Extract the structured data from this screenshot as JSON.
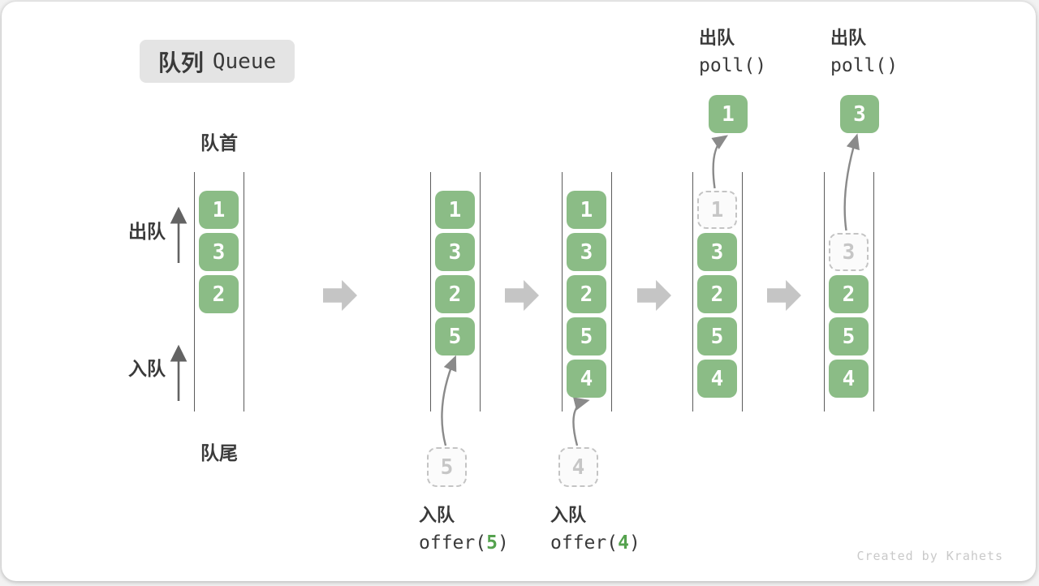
{
  "title": {
    "zh": "队列",
    "en": "Queue"
  },
  "side_labels": {
    "front": "队首",
    "rear": "队尾",
    "dequeue": "出队",
    "enqueue": "入队"
  },
  "watermark": "Created by Krahets",
  "colors": {
    "box_green": "#8bbc86",
    "code_green": "#55a24e",
    "dashed_border": "#c4c4c4",
    "dashed_text": "#c6c6c6",
    "arrow_gray": "#8a8a8a",
    "dir_arrow_gray": "#636363",
    "block_arrow": "#c5c5c5",
    "text_dark": "#3a3a3a"
  },
  "columns": [
    {
      "name": "state-initial",
      "slots": [
        {
          "value": "1",
          "style": "green"
        },
        {
          "value": "3",
          "style": "green"
        },
        {
          "value": "2",
          "style": "green"
        }
      ]
    },
    {
      "name": "state-after-offer-5",
      "slots": [
        {
          "value": "1",
          "style": "green"
        },
        {
          "value": "3",
          "style": "green"
        },
        {
          "value": "2",
          "style": "green"
        },
        {
          "value": "5",
          "style": "green"
        }
      ],
      "enqueue_annotation": {
        "label": "入队",
        "code_prefix": "offer(",
        "code_value": "5",
        "code_suffix": ")",
        "incoming_value": "5"
      }
    },
    {
      "name": "state-after-offer-4",
      "slots": [
        {
          "value": "1",
          "style": "green"
        },
        {
          "value": "3",
          "style": "green"
        },
        {
          "value": "2",
          "style": "green"
        },
        {
          "value": "5",
          "style": "green"
        },
        {
          "value": "4",
          "style": "green"
        }
      ],
      "enqueue_annotation": {
        "label": "入队",
        "code_prefix": "offer(",
        "code_value": "4",
        "code_suffix": ")",
        "incoming_value": "4"
      }
    },
    {
      "name": "state-after-poll-1",
      "slots": [
        {
          "value": "1",
          "style": "dashed"
        },
        {
          "value": "3",
          "style": "green"
        },
        {
          "value": "2",
          "style": "green"
        },
        {
          "value": "5",
          "style": "green"
        },
        {
          "value": "4",
          "style": "green"
        }
      ],
      "dequeue_annotation": {
        "label": "出队",
        "code": "poll()",
        "outgoing_value": "1"
      }
    },
    {
      "name": "state-after-poll-3",
      "slots": [
        {
          "value": "",
          "style": "empty"
        },
        {
          "value": "3",
          "style": "dashed"
        },
        {
          "value": "2",
          "style": "green"
        },
        {
          "value": "5",
          "style": "green"
        },
        {
          "value": "4",
          "style": "green"
        }
      ],
      "dequeue_annotation": {
        "label": "出队",
        "code": "poll()",
        "outgoing_value": "3"
      }
    }
  ]
}
